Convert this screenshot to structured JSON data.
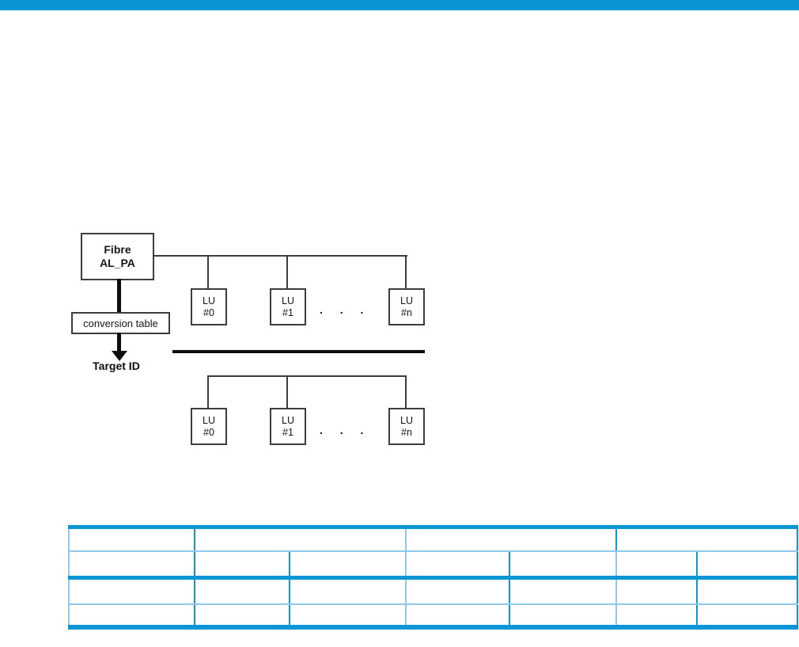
{
  "colors": {
    "accent_blue": "#0a96d4",
    "light_blue_rule": "#8fc9ec",
    "diagram_line": "#3d3d3d"
  },
  "diagram": {
    "fibre_box": {
      "line1": "Fibre",
      "line2": "AL_PA"
    },
    "conversion_box_label": "conversion table",
    "target_label": "Target ID",
    "ellipsis": ". . .",
    "upper_lus": [
      {
        "l1": "LU",
        "l2": "#0"
      },
      {
        "l1": "LU",
        "l2": "#1"
      },
      {
        "l1": "LU",
        "l2": "#n"
      }
    ],
    "lower_lus": [
      {
        "l1": "LU",
        "l2": "#0"
      },
      {
        "l1": "LU",
        "l2": "#1"
      },
      {
        "l1": "LU",
        "l2": "#n"
      }
    ]
  },
  "table": {
    "header_cells": [
      "",
      "",
      "",
      ""
    ],
    "rows": [
      [
        "",
        "",
        "",
        "",
        "",
        "",
        ""
      ],
      [
        "",
        "",
        "",
        "",
        "",
        "",
        ""
      ],
      [
        "",
        "",
        "",
        "",
        "",
        "",
        ""
      ]
    ]
  }
}
